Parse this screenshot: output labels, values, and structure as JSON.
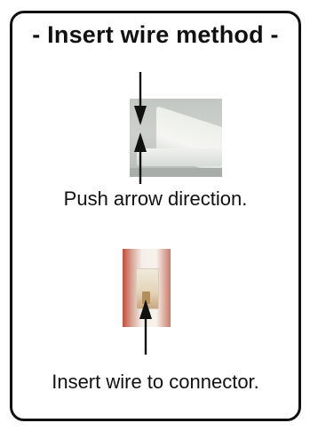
{
  "title": "- Insert wire method -",
  "step1": {
    "caption": "Push arrow direction."
  },
  "step2": {
    "caption": "Insert wire to connector."
  }
}
